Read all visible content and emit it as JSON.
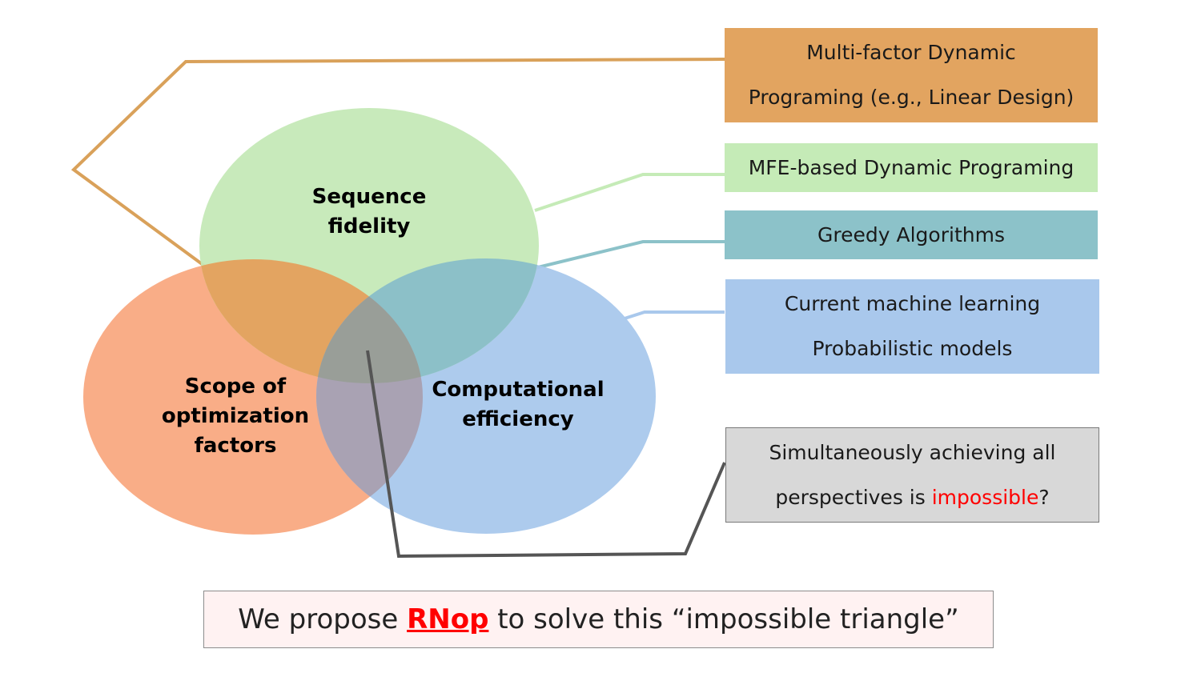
{
  "circles": {
    "sequence_fidelity": {
      "lines": [
        "Sequence",
        "fidelity"
      ],
      "color": "#c5e9b7"
    },
    "scope": {
      "lines": [
        "Scope of",
        "optimization",
        "factors"
      ],
      "color": "#f9a981"
    },
    "efficiency": {
      "lines": [
        "Computational",
        "efficiency"
      ],
      "color": "#a9c8ec"
    }
  },
  "boxes": {
    "multi_factor": {
      "lines": [
        "Multi-factor Dynamic",
        "Programing (e.g., Linear Design)"
      ],
      "color": "#e2a460"
    },
    "mfe": {
      "lines": [
        "MFE-based Dynamic Programing"
      ],
      "color": "#c5ebb7"
    },
    "greedy": {
      "lines": [
        "Greedy Algorithms"
      ],
      "color": "#8cc2c9"
    },
    "ml": {
      "lines": [
        "Current machine learning",
        "Probabilistic models"
      ],
      "color": "#a9c8ec"
    },
    "impossible": {
      "line1": "Simultaneously achieving all",
      "line2_before": "perspectives is ",
      "line2_highlight": "impossible",
      "line2_after": "?",
      "color": "#d8d8d8"
    }
  },
  "proposal": {
    "before": "We propose ",
    "method": "RNop",
    "after": " to solve this “impossible triangle”"
  },
  "colors": {
    "accent_red": "#ff0000",
    "connector_orange": "#d9a15a",
    "connector_green": "#c5ebb7",
    "connector_teal": "#8cc2c9",
    "connector_blue": "#a9c8ec",
    "connector_gray": "#555555"
  }
}
